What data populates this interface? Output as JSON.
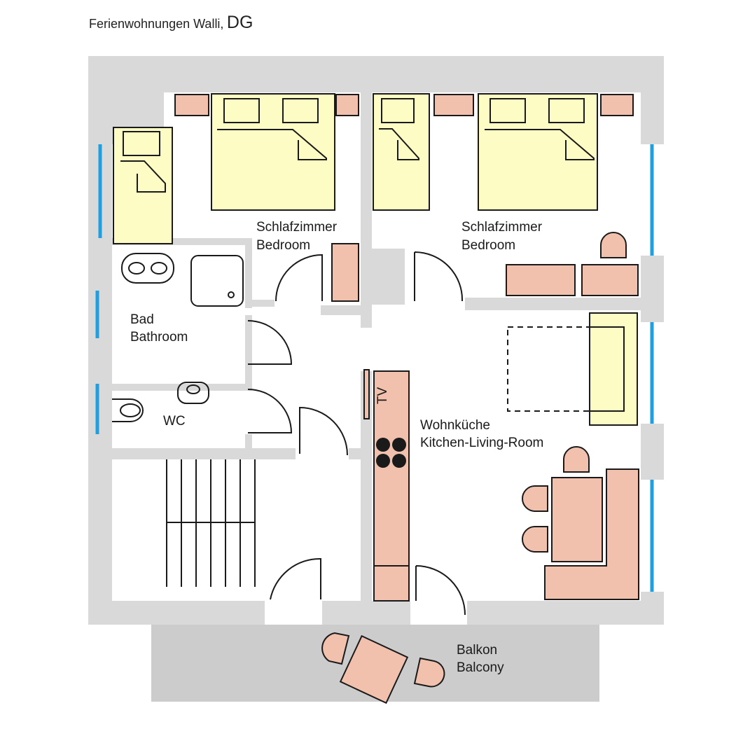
{
  "header": {
    "project": "Ferienwohnungen Walli,",
    "floor": "DG"
  },
  "rooms": {
    "bedroom_left": {
      "de": "Schlafzimmer",
      "en": "Bedroom"
    },
    "bedroom_right": {
      "de": "Schlafzimmer",
      "en": "Bedroom"
    },
    "bathroom": {
      "de": "Bad",
      "en": "Bathroom"
    },
    "wc": {
      "label": "WC"
    },
    "kitchen": {
      "de": "Wohnküche",
      "en": "Kitchen-Living-Room"
    },
    "balcony": {
      "de": "Balkon",
      "en": "Balcony"
    }
  },
  "appliances": {
    "tv": "TV"
  },
  "colors": {
    "wall": "#d9d9d9",
    "balcony": "#cccccc",
    "bed": "#fdfcc4",
    "furniture": "#f2c1ae",
    "window": "#1f9fe0",
    "line": "#1a1a1a"
  }
}
